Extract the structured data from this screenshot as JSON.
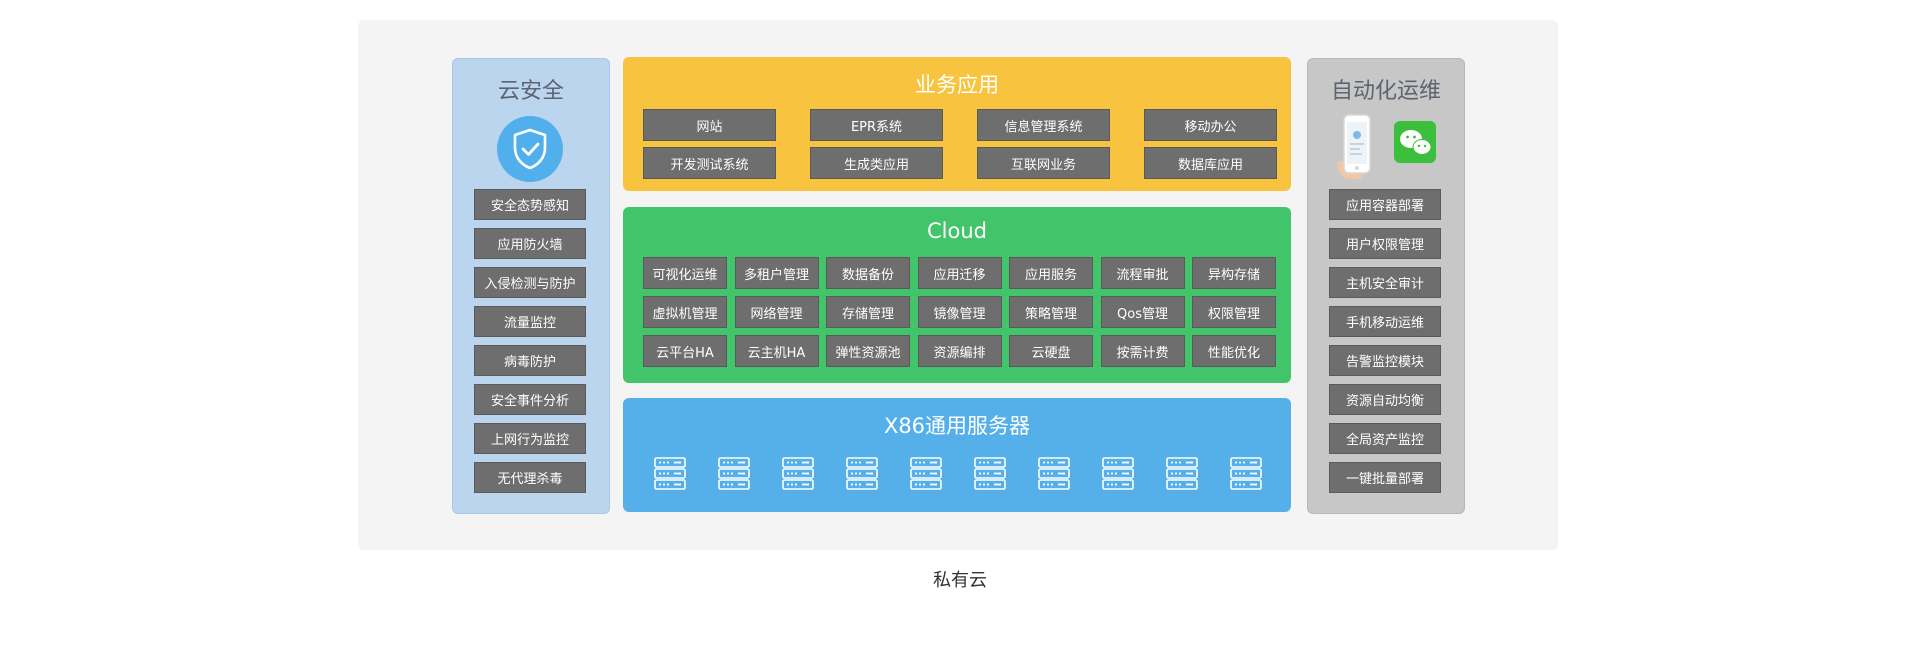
{
  "left_column": {
    "title": "云安全",
    "items": [
      "安全态势感知",
      "应用防火墙",
      "入侵检测与防护",
      "流量监控",
      "病毒防护",
      "安全事件分析",
      "上网行为监控",
      "无代理杀毒"
    ]
  },
  "business": {
    "title": "业务应用",
    "items": [
      "网站",
      "EPR系统",
      "信息管理系统",
      "移动办公",
      "开发测试系统",
      "生成类应用",
      "互联网业务",
      "数据库应用"
    ]
  },
  "cloud": {
    "title": "Cloud",
    "items": [
      "可视化运维",
      "多租户管理",
      "数据备份",
      "应用迁移",
      "应用服务",
      "流程审批",
      "异构存储",
      "虚拟机管理",
      "网络管理",
      "存储管理",
      "镜像管理",
      "策略管理",
      "Qos管理",
      "权限管理",
      "云平台HA",
      "云主机HA",
      "弹性资源池",
      "资源编排",
      "云硬盘",
      "按需计费",
      "性能优化"
    ]
  },
  "x86": {
    "title": "X86通用服务器",
    "server_count": 10,
    "icon": "server-icon"
  },
  "right_column": {
    "title": "自动化运维",
    "items": [
      "应用容器部署",
      "用户权限管理",
      "主机安全审计",
      "手机移动运维",
      "告警监控模块",
      "资源自动均衡",
      "全局资产监控",
      "一键批量部署"
    ]
  },
  "caption": "私有云",
  "colors": {
    "business": "#f8c33e",
    "cloud": "#42c46a",
    "x86": "#55b0ea",
    "left_column": "#bcd5ef",
    "right_column": "#c7c7c7",
    "item": "#6e6e6e"
  }
}
